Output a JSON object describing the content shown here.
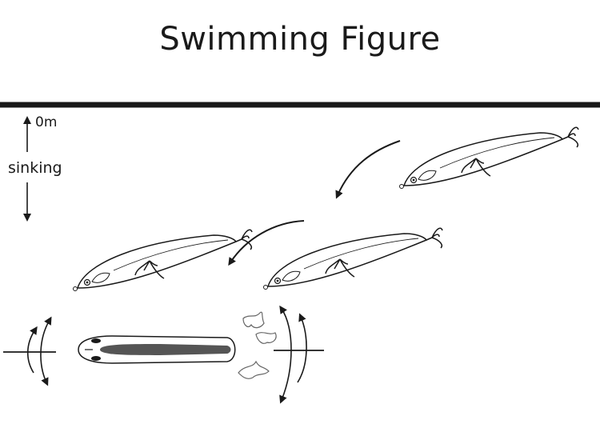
{
  "title": "Swimming Figure",
  "depth_label": "0m",
  "sinking_label": "sinking",
  "colors": {
    "ink": "#1a1a1a",
    "stripe": "#555555"
  }
}
